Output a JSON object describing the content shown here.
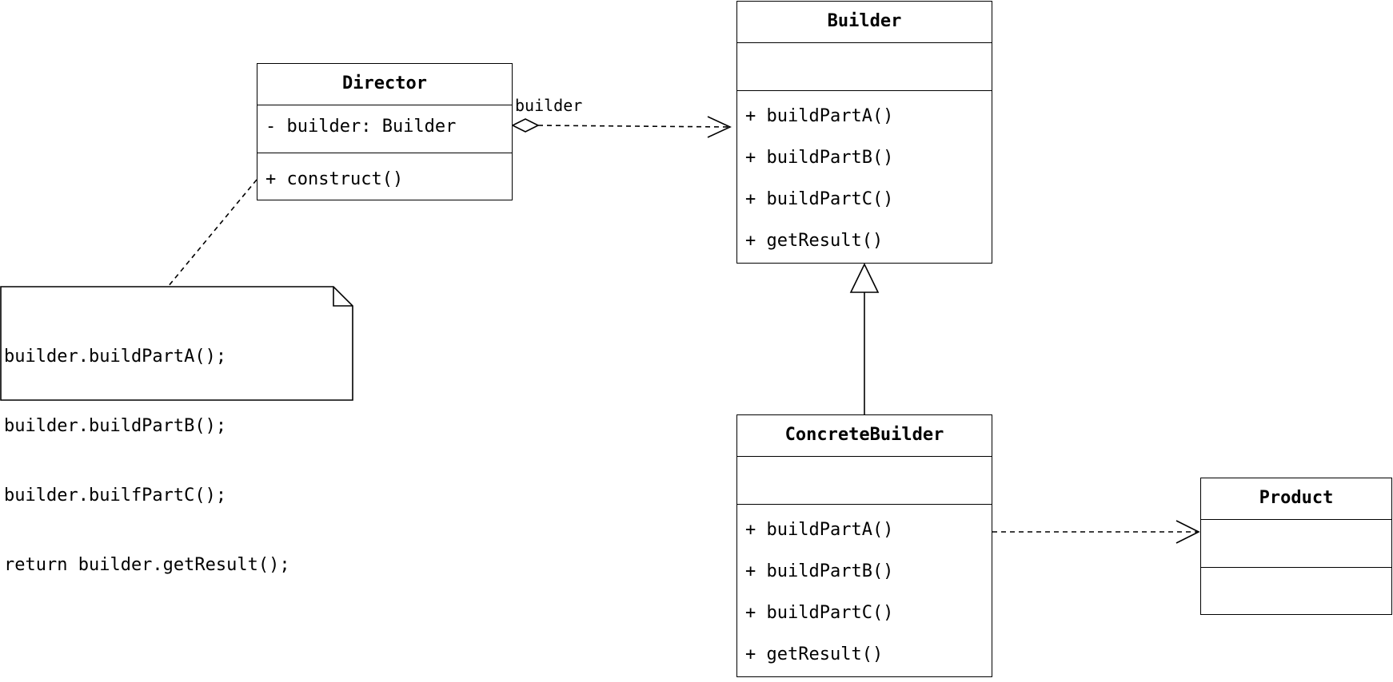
{
  "classes": {
    "director": {
      "name": "Director",
      "attributes": [
        "- builder: Builder"
      ],
      "operations": [
        "+ construct()"
      ]
    },
    "builder": {
      "name": "Builder",
      "attributes": [],
      "operations": [
        "+ buildPartA()",
        "+ buildPartB()",
        "+ buildPartC()",
        "+ getResult()"
      ]
    },
    "concrete_builder": {
      "name": "ConcreteBuilder",
      "attributes": [],
      "operations": [
        "+ buildPartA()",
        "+ buildPartB()",
        "+ buildPartC()",
        "+ getResult()"
      ]
    },
    "product": {
      "name": "Product",
      "attributes": [],
      "operations": []
    }
  },
  "note": {
    "lines": [
      "builder.buildPartA();",
      "builder.buildPartB();",
      "builder.builfPartC();",
      "return builder.getResult();"
    ]
  },
  "relations": {
    "aggregation_label": "builder"
  },
  "colors": {
    "stroke": "#000000",
    "background": "#ffffff"
  }
}
